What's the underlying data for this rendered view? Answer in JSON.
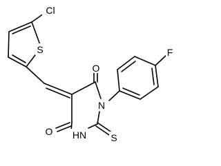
{
  "molecule": {
    "atoms": {
      "cl": "Cl",
      "s_ring": "S",
      "o_top": "O",
      "n1": "N",
      "f": "F",
      "s_thione": "S",
      "nh": "HN",
      "o_bottom": "O"
    }
  }
}
